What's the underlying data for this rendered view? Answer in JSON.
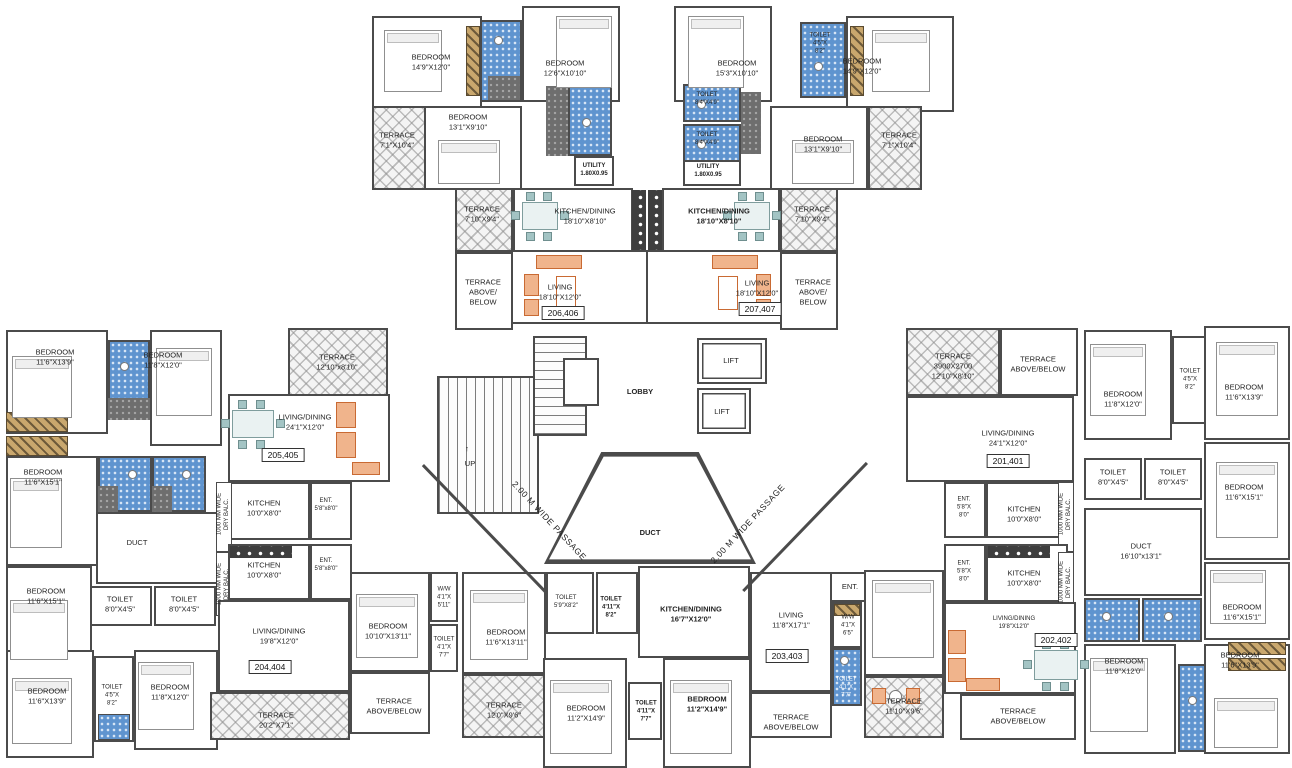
{
  "colors": {
    "wall": "#4b4b4b",
    "toilet_blue": "#5f94cf",
    "wardrobe_tan": "#c9a76d",
    "sofa_orange": "#c96a33",
    "terrace_hatch": "#8c8c8c"
  },
  "u": {
    "u201": "201,401",
    "u202": "202,402",
    "u203": "203,403",
    "u204": "204,404",
    "u205": "205,405",
    "u206": "206,406",
    "u207": "207,407"
  },
  "core": {
    "lobby": "LOBBY",
    "lift": "LIFT",
    "up": "UP",
    "up_arrow": "↑",
    "duct": "DUCT",
    "passage": "2.00  M WIDE PASSAGE"
  },
  "t": {
    "bed_149_120": "BEDROOM\n14'9\"X12'0\"",
    "bed_126_1010": "BEDROOM\n12'6\"X10'10\"",
    "bed_153_1010": "BEDROOM\n15'3\"X10'10\"",
    "bed_131_910": "BEDROOM\n13'1\"X9'10\"",
    "bed_116_139": "BEDROOM\n11'6\"X13'9\"",
    "bed_118_120": "BEDROOM\n11'8\"X12'0\"",
    "bed_116_151": "BEDROOM\n11'6\"X15'1\"",
    "bed_1010_1311": "BEDROOM\n10'10\"X13'11\"",
    "bed_116_1311": "BEDROOM\n11'6\"X13'11\"",
    "bed_112_149": "BEDROOM\n11'2\"X14'9\"",
    "ter_71_104": "TERRACE\n7'1\"X10'4\"",
    "ter_710_94": "TERRACE\n7'10\"X9'4\"",
    "ter_1210_810": "TERRACE\n12'10\"x8'10\"",
    "ter_3900": "TERRACE\n3900X2700\n12'10\"X8'10\"",
    "ter_202_71": "TERRACE\n20'2\"X7'1\"",
    "ter_120_96": "TERRACE\n12'0\"X9'6\"",
    "ter_1110_96": "TERRACE\n11'10\"X9'6\"",
    "ter_ab": "TERRACE\nABOVE/BELOW",
    "ter_ab3": "TERRACE\nABOVE/\nBELOW",
    "utility": "UTILITY\n1.80X0.95",
    "kd_1810": "KITCHEN/DINING\n18'10\"X8'10\"",
    "kd_167": "KITCHEN/DINING\n16'7\"X12'0\"",
    "kitchen": "KITCHEN\n10'0\"X8'0\"",
    "liv_1810": "LIVING\n18'10\"X12'0\"",
    "liv_118_171": "LIVING\n11'8\"X17'1\"",
    "ld_241": "LIVING/DINING\n24'1\"X12'0\"",
    "ld_198": "LIVING/DINING\n19'8\"X12'0\"",
    "toil_45_82": "TOILET\n4'5\"X\n8'2\"",
    "toil_84_49": "TOILET\n8'4\"X4'9\"",
    "toil_80_45": "TOILET\n8'0\"X4'5\"",
    "toil_59_82": "TOILET\n5'9\"X8'2\"",
    "toil_411_82": "TOILET\n4'11\"X\n8'2\"",
    "toil_411_77": "TOILET\n4'11\"X\n7'7\"",
    "toil_41_77": "TOILET\n4'1\"X\n7'7\"",
    "ww_511": "W/W\n4'1\"X\n5'11\"",
    "ww_65": "W/W\n4'1\"X\n6'5\"",
    "ent_l": "ENT.\n5'8\"x8'0\"",
    "ent_r": "ENT.\n5'8\"X\n8'0\"",
    "ent": "ENT.",
    "balc": "1000 MM WIDE\nDRY BALC.",
    "duct_1610": "DUCT\n16'10\"x13'1\""
  }
}
